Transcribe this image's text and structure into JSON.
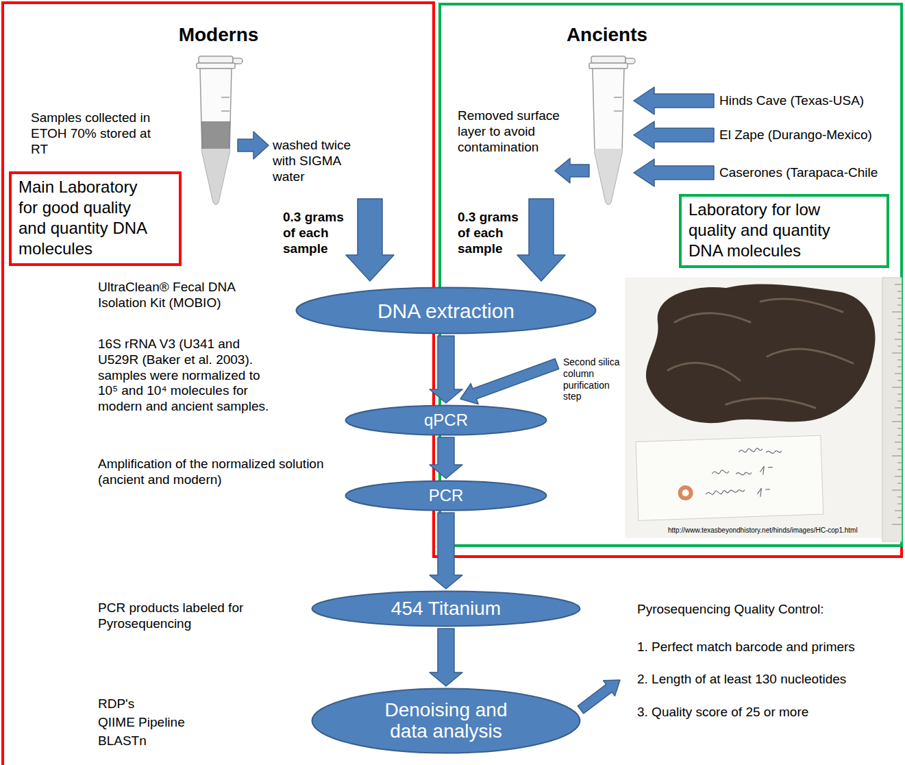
{
  "diagram": {
    "nodes": [
      {
        "text": [
          "Moderns"
        ]
      },
      {
        "text": [
          "Ancients"
        ]
      },
      {
        "text": [
          "Main Laboratory for good quality and quantity DNA molecules"
        ],
        "in": 0
      },
      {
        "text": [
          "Laboratory for low quality and quantity DNA molecules"
        ],
        "in": 1
      },
      {
        "text": [
          "DNA extraction"
        ]
      },
      {
        "text": [
          "qPCR"
        ]
      },
      {
        "text": [
          "PCR"
        ]
      },
      {
        "text": [
          "454 Titanium"
        ]
      },
      {
        "text": [
          "Denoising and data analysis"
        ]
      }
    ],
    "edges": [
      {
        "from": 4,
        "to": 5,
        "arrow": "to"
      },
      {
        "from": 5,
        "to": 6,
        "arrow": "to"
      },
      {
        "from": 6,
        "to": 7,
        "arrow": "to"
      },
      {
        "from": 7,
        "to": 8,
        "arrow": "to"
      }
    ],
    "labels": [
      "Samples collected in ETOH 70% stored at RT",
      "washed twice with SIGMA water",
      "0.3 grams of each sample",
      "Hinds Cave (Texas-USA)",
      "El Zape (Durango-Mexico)",
      "Caserones (Tarapaca-Chile",
      "Removed surface layer to avoid contamination",
      "0.3 grams of each sample",
      "UltraClean® Fecal DNA Isolation Kit (MOBIO)",
      "16S rRNA V3 (U341 and U529R (Baker et al. 2003). samples were normalized to 10⁵ and 10⁴ molecules for modern and ancient samples.",
      "Second silica column purification step",
      "Amplification of the normalized solution (ancient and modern)",
      "http://www.texasbeyondhistory.net/hinds/images/HC-cop1.html",
      "PCR products labeled for Pyrosequencing",
      "Pyrosequencing Quality Control:",
      "1. Perfect match barcode and primers",
      "2. Length of at least 130 nucleotides",
      "3. Quality score of 25 or more",
      "RDP's",
      "QIIME Pipeline",
      "BLASTn"
    ]
  }
}
